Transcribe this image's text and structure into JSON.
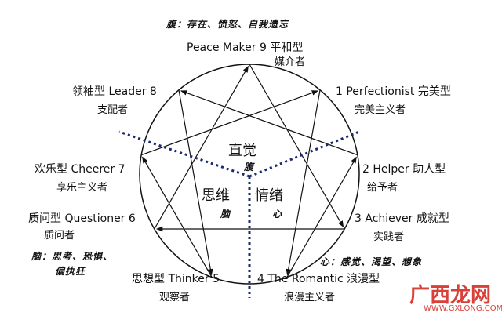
{
  "top_note": "腹：存在、愤怒、自我遗忘",
  "left_note_line1": "脑：思考、恐惧、",
  "left_note_line2": "偏执狂",
  "right_note": "心：感觉、渴望、想象",
  "center": {
    "gut": "直觉",
    "gut_sub": "腹",
    "head": "思维",
    "head_sub": "脑",
    "heart": "情绪",
    "heart_sub": "心"
  },
  "types": [
    {
      "id": 9,
      "name": "Peace Maker 9 平和型",
      "role": "媒介者"
    },
    {
      "id": 1,
      "name": "1 Perfectionist 完美型",
      "role": "完美主义者"
    },
    {
      "id": 2,
      "name": "2 Helper 助人型",
      "role": "给予者"
    },
    {
      "id": 3,
      "name": "3 Achiever 成就型",
      "role": "实践者"
    },
    {
      "id": 4,
      "name": "4 The Romantic 浪漫型",
      "role": "浪漫主义者"
    },
    {
      "id": 5,
      "name": "思想型 Thinker 5",
      "role": "观察者"
    },
    {
      "id": 6,
      "name": "质问型 Questioner 6",
      "role": "质问者"
    },
    {
      "id": 7,
      "name": "欢乐型 Cheerer 7",
      "role": "享乐主义者"
    },
    {
      "id": 8,
      "name": "领袖型 Leader 8",
      "role": "支配者"
    }
  ],
  "watermark": {
    "text": "广西龙网",
    "url": "WWW.GXLONG.COM",
    "color": "#d9403a"
  }
}
